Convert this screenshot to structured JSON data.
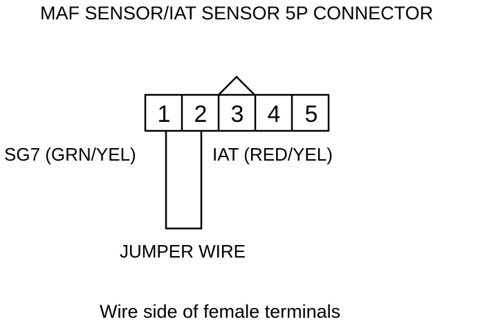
{
  "title": "MAF SENSOR/IAT SENSOR 5P CONNECTOR",
  "connector": {
    "terminals": [
      "1",
      "2",
      "3",
      "4",
      "5"
    ]
  },
  "labels": {
    "sg7": "SG7 (GRN/YEL)",
    "iat": "IAT (RED/YEL)",
    "jumper": "JUMPER WIRE"
  },
  "caption": "Wire side of female terminals"
}
